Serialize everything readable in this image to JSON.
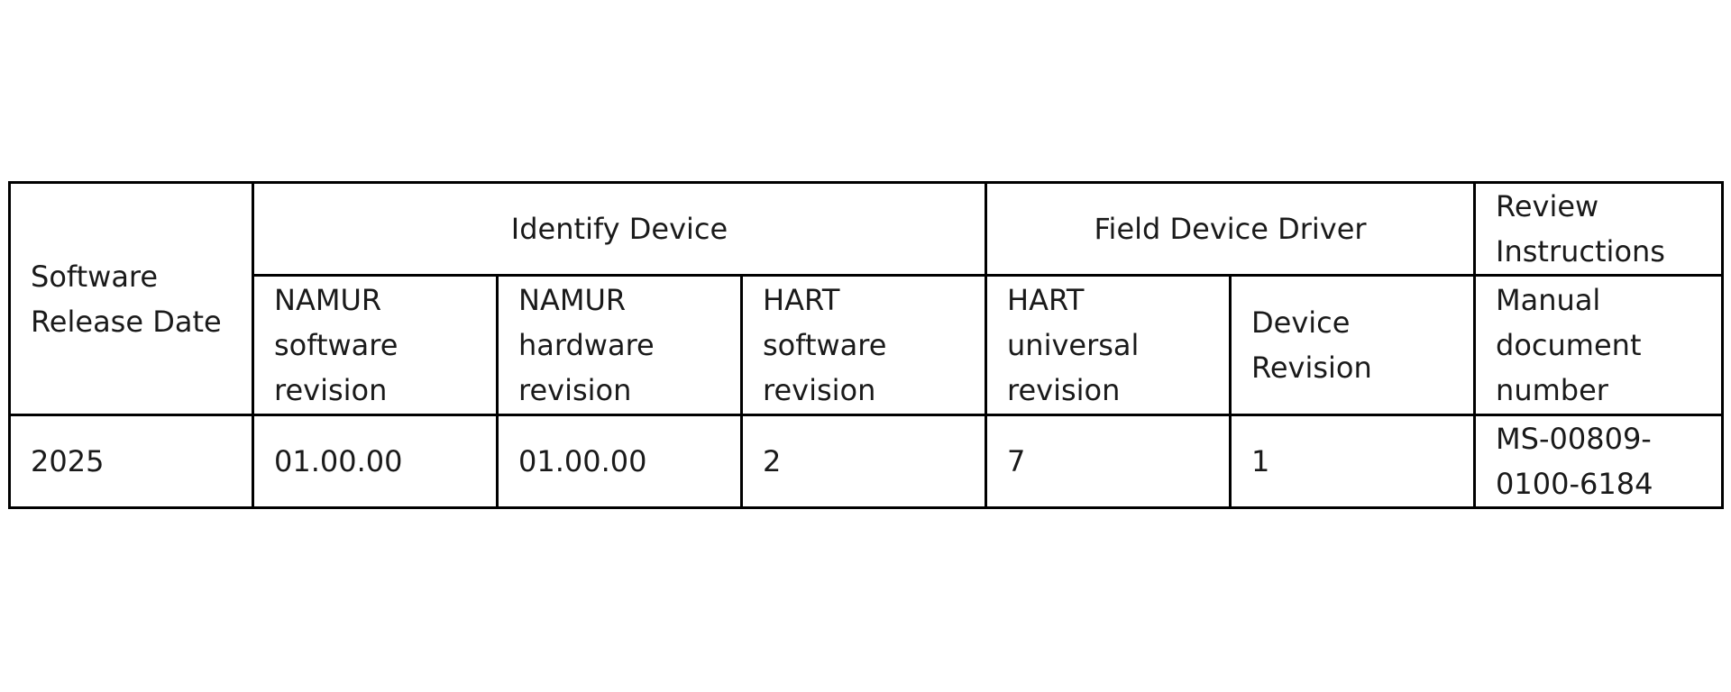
{
  "table": {
    "headers": {
      "software_release_date": "Software Release Date",
      "identify_device": "Identify Device",
      "field_device_driver": "Field Device Driver",
      "review_instructions": "Review Instructions",
      "namur_software_revision": "NAMUR software revision",
      "namur_hardware_revision": "NAMUR hardware revision",
      "hart_software_revision": "HART software revision",
      "hart_universal_revision": "HART universal revision",
      "device_revision": "Device Revision",
      "manual_document_number": "Manual document number"
    },
    "rows": [
      {
        "software_release_date": "2025",
        "namur_software_revision": "01.00.00",
        "namur_hardware_revision": "01.00.00",
        "hart_software_revision": "2",
        "hart_universal_revision": "7",
        "device_revision": "1",
        "manual_document_number": "MS-00809-0100-6184"
      }
    ]
  },
  "colors": {
    "border": "#000000",
    "text": "#1a1a1a",
    "background": "#ffffff"
  }
}
